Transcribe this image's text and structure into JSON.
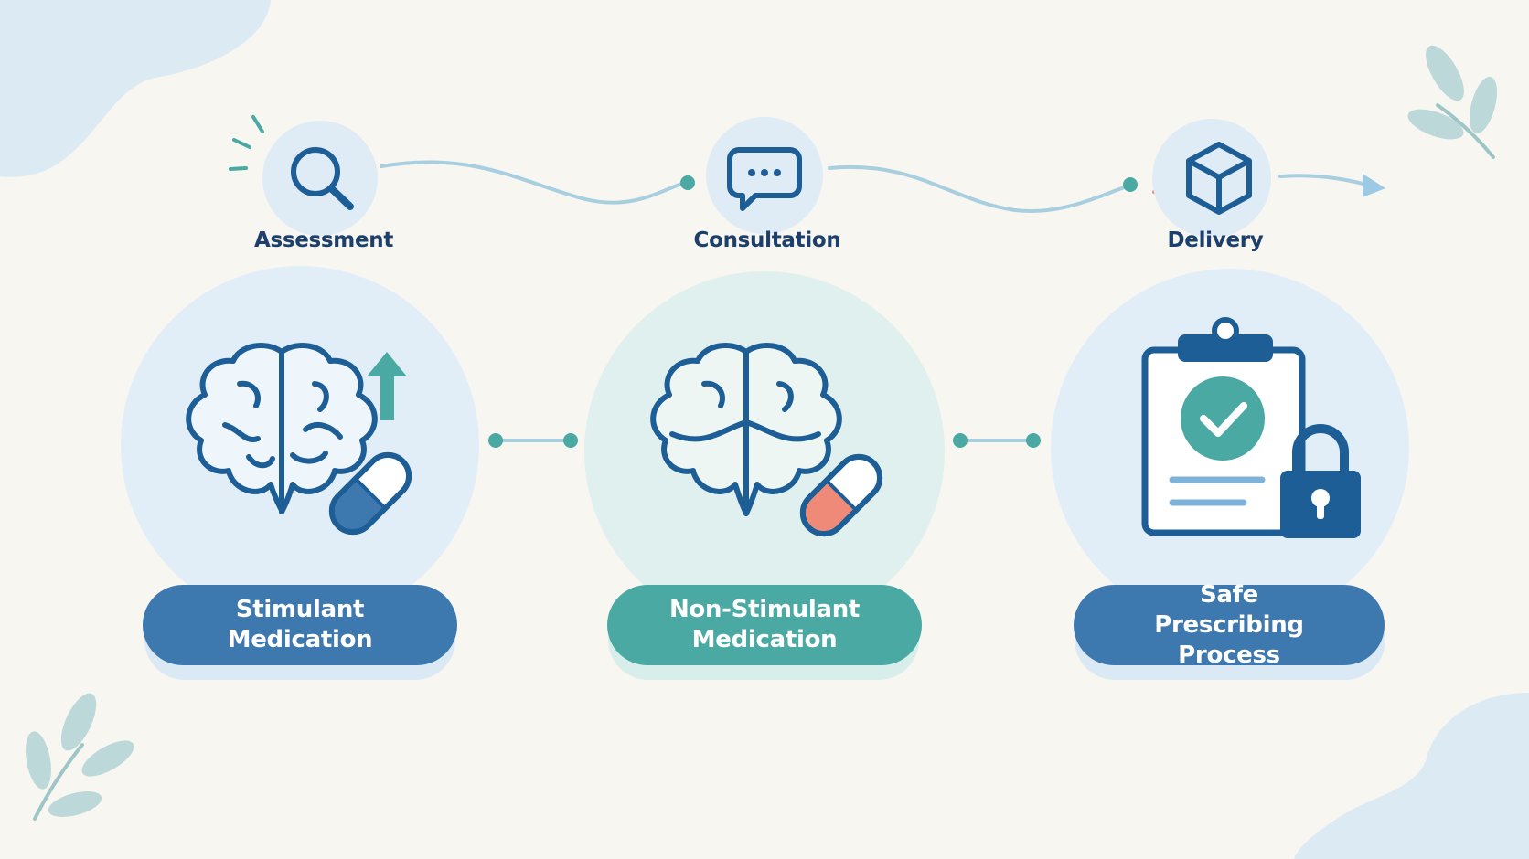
{
  "steps": [
    {
      "label": "Assessment",
      "icon": "magnifier-icon"
    },
    {
      "label": "Consultation",
      "icon": "chat-bubble-icon"
    },
    {
      "label": "Delivery",
      "icon": "package-box-icon"
    }
  ],
  "cards": [
    {
      "label": "Stimulant Medication",
      "icon": "brain-with-blue-capsule-icon",
      "color": "#3d78ae"
    },
    {
      "label": "Non-Stimulant Medication",
      "icon": "brain-with-red-capsule-icon",
      "color": "#4ba9a4"
    },
    {
      "label": "Safe Prescribing Process",
      "icon": "clipboard-checkmark-lock-icon",
      "color": "#3d78ae"
    }
  ],
  "colors": {
    "navy": "#1d5e97",
    "text": "#1d3f6b",
    "teal": "#4ba9a4",
    "coral": "#f08a78",
    "light_blue_circle": "#e2eef7",
    "light_teal_circle": "#e0f0ee",
    "background": "#f8f6f1"
  }
}
